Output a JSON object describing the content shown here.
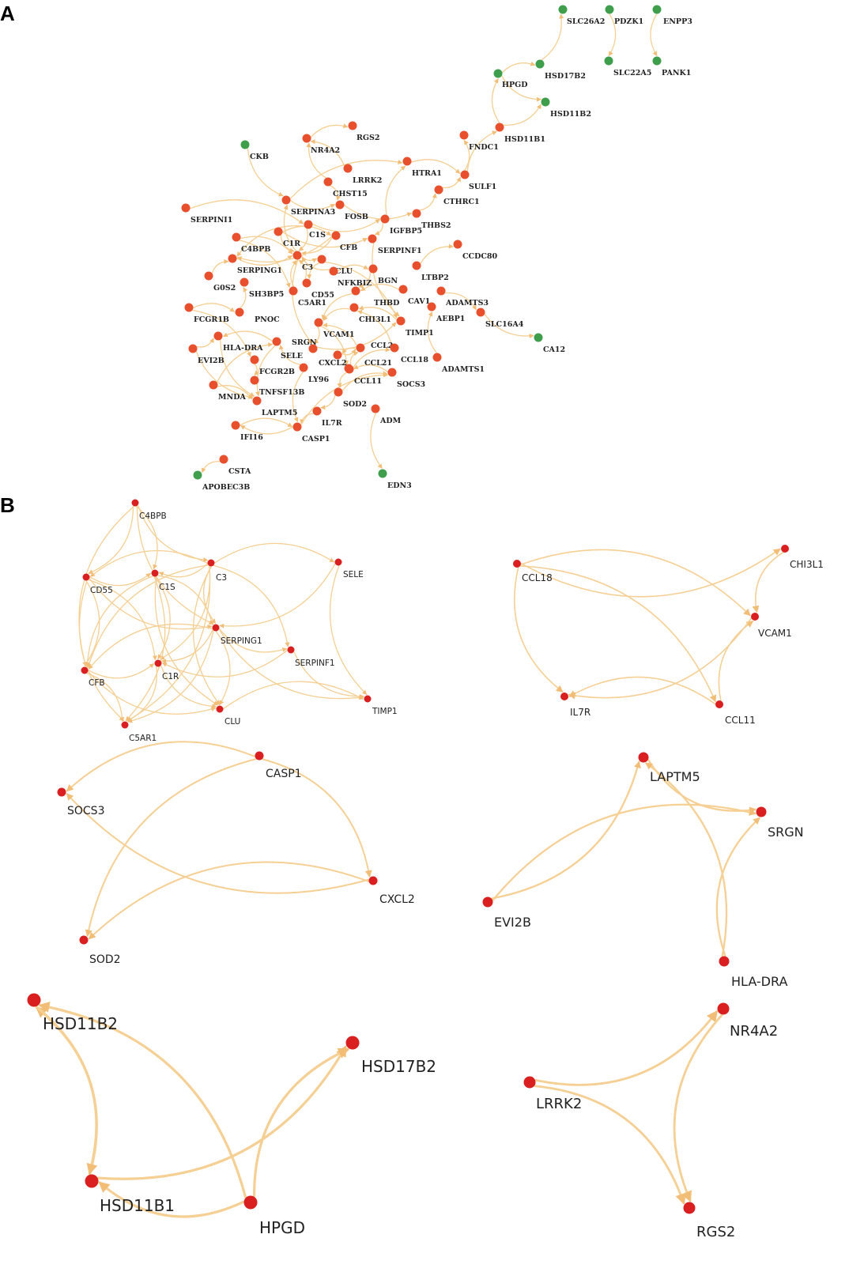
{
  "panel_labels": {
    "a": "A",
    "b": "B"
  },
  "colors": {
    "node_red": "#e8502d",
    "node_green": "#3e9e4c",
    "node_b": "#d91f1f",
    "edge": "#f5cf93",
    "arrow": "#f2bd76"
  },
  "panel_a": {
    "nodes": [
      {
        "id": "SLC26A2",
        "label": "SLC26A2",
        "c": "g"
      },
      {
        "id": "PDZK1",
        "label": "PDZK1",
        "c": "g"
      },
      {
        "id": "ENPP3",
        "label": "ENPP3",
        "c": "g"
      },
      {
        "id": "SLC22A5",
        "label": "SLC22A5",
        "c": "g"
      },
      {
        "id": "PANK1",
        "label": "PANK1",
        "c": "g"
      },
      {
        "id": "HSD17B2",
        "label": "HSD17B2",
        "c": "g"
      },
      {
        "id": "HPGD",
        "label": "HPGD",
        "c": "g"
      },
      {
        "id": "HSD11B2",
        "label": "HSD11B2",
        "c": "g"
      },
      {
        "id": "HSD11B1",
        "label": "HSD11B1",
        "c": "r"
      },
      {
        "id": "CKB",
        "label": "CKB",
        "c": "g"
      },
      {
        "id": "RGS2",
        "label": "RGS2",
        "c": "r"
      },
      {
        "id": "NR4A2",
        "label": "NR4A2",
        "c": "r"
      },
      {
        "id": "FNDC1",
        "label": "FNDC1",
        "c": "r"
      },
      {
        "id": "LRRK2",
        "label": "LRRK2",
        "c": "r"
      },
      {
        "id": "HTRA1",
        "label": "HTRA1",
        "c": "r"
      },
      {
        "id": "SULF1",
        "label": "SULF1",
        "c": "r"
      },
      {
        "id": "CHST15",
        "label": "CHST15",
        "c": "r"
      },
      {
        "id": "CTHRC1",
        "label": "CTHRC1",
        "c": "r"
      },
      {
        "id": "SERPINI1",
        "label": "SERPINI1",
        "c": "r"
      },
      {
        "id": "SERPINA3",
        "label": "SERPINA3",
        "c": "r"
      },
      {
        "id": "FOSB",
        "label": "FOSB",
        "c": "r"
      },
      {
        "id": "THBS2",
        "label": "THBS2",
        "c": "r"
      },
      {
        "id": "IGFBP5",
        "label": "IGFBP5",
        "c": "r"
      },
      {
        "id": "C1S",
        "label": "C1S",
        "c": "r"
      },
      {
        "id": "C4BPB",
        "label": "C4BPB",
        "c": "r"
      },
      {
        "id": "C1R",
        "label": "C1R",
        "c": "r"
      },
      {
        "id": "CFB",
        "label": "CFB",
        "c": "r"
      },
      {
        "id": "SERPINF1",
        "label": "SERPINF1",
        "c": "r"
      },
      {
        "id": "CCDC80",
        "label": "CCDC80",
        "c": "r"
      },
      {
        "id": "SERPING1",
        "label": "SERPING1",
        "c": "r"
      },
      {
        "id": "C3",
        "label": "C3",
        "c": "r"
      },
      {
        "id": "CLU",
        "label": "CLU",
        "c": "r"
      },
      {
        "id": "NFKBIZ",
        "label": "NFKBIZ",
        "c": "r"
      },
      {
        "id": "BGN",
        "label": "BGN",
        "c": "r"
      },
      {
        "id": "LTBP2",
        "label": "LTBP2",
        "c": "r"
      },
      {
        "id": "G0S2",
        "label": "G0S2",
        "c": "r"
      },
      {
        "id": "SH3BP5",
        "label": "SH3BP5",
        "c": "r"
      },
      {
        "id": "CD55",
        "label": "CD55",
        "c": "r"
      },
      {
        "id": "C5AR1",
        "label": "C5AR1",
        "c": "r"
      },
      {
        "id": "THBD",
        "label": "THBD",
        "c": "r"
      },
      {
        "id": "CAV1",
        "label": "CAV1",
        "c": "r"
      },
      {
        "id": "ADAMTS3",
        "label": "ADAMTS3",
        "c": "r"
      },
      {
        "id": "FCGR1B",
        "label": "FCGR1B",
        "c": "r"
      },
      {
        "id": "PNOC",
        "label": "PNOC",
        "c": "r"
      },
      {
        "id": "CHI3L1",
        "label": "CHI3L1",
        "c": "r"
      },
      {
        "id": "AEBP1",
        "label": "AEBP1",
        "c": "r"
      },
      {
        "id": "SLC16A4",
        "label": "SLC16A4",
        "c": "r"
      },
      {
        "id": "TIMP1",
        "label": "TIMP1",
        "c": "r"
      },
      {
        "id": "HLA-DRA",
        "label": "HLA-DRA",
        "c": "r"
      },
      {
        "id": "SRGN",
        "label": "SRGN",
        "c": "r"
      },
      {
        "id": "VCAM1",
        "label": "VCAM1",
        "c": "r"
      },
      {
        "id": "CA12",
        "label": "CA12",
        "c": "g"
      },
      {
        "id": "SELE",
        "label": "SELE",
        "c": "r"
      },
      {
        "id": "CCL2",
        "label": "CCL2",
        "c": "r"
      },
      {
        "id": "EVI2B",
        "label": "EVI2B",
        "c": "r"
      },
      {
        "id": "CXCL2",
        "label": "CXCL2",
        "c": "r"
      },
      {
        "id": "CCL21",
        "label": "CCL21",
        "c": "r"
      },
      {
        "id": "CCL18",
        "label": "CCL18",
        "c": "r"
      },
      {
        "id": "FCGR2B",
        "label": "FCGR2B",
        "c": "r"
      },
      {
        "id": "ADAMTS1",
        "label": "ADAMTS1",
        "c": "r"
      },
      {
        "id": "LY96",
        "label": "LY96",
        "c": "r"
      },
      {
        "id": "SOCS3",
        "label": "SOCS3",
        "c": "r"
      },
      {
        "id": "CCL11",
        "label": "CCL11",
        "c": "r"
      },
      {
        "id": "TNFSF13B",
        "label": "TNFSF13B",
        "c": "r"
      },
      {
        "id": "MNDA",
        "label": "MNDA",
        "c": "r"
      },
      {
        "id": "SOD2",
        "label": "SOD2",
        "c": "r"
      },
      {
        "id": "LAPTM5",
        "label": "LAPTM5",
        "c": "r"
      },
      {
        "id": "IL7R",
        "label": "IL7R",
        "c": "r"
      },
      {
        "id": "ADM",
        "label": "ADM",
        "c": "r"
      },
      {
        "id": "IFI16",
        "label": "IFI16",
        "c": "r"
      },
      {
        "id": "CASP1",
        "label": "CASP1",
        "c": "r"
      },
      {
        "id": "CSTA",
        "label": "CSTA",
        "c": "r"
      },
      {
        "id": "APOBEC3B",
        "label": "APOBEC3B",
        "c": "g"
      },
      {
        "id": "EDN3",
        "label": "EDN3",
        "c": "g"
      }
    ],
    "edges": [
      [
        "HSD17B2",
        "SLC26A2"
      ],
      [
        "PDZK1",
        "SLC22A5"
      ],
      [
        "ENPP3",
        "PANK1"
      ],
      [
        "HPGD",
        "HSD17B2"
      ],
      [
        "HPGD",
        "HSD11B2"
      ],
      [
        "HSD11B1",
        "HPGD"
      ],
      [
        "HSD11B1",
        "HSD11B2"
      ],
      [
        "SULF1",
        "HSD11B1"
      ],
      [
        "SULF1",
        "FNDC1"
      ],
      [
        "HTRA1",
        "SULF1"
      ],
      [
        "CTHRC1",
        "SULF1"
      ],
      [
        "NR4A2",
        "RGS2"
      ],
      [
        "LRRK2",
        "NR4A2"
      ],
      [
        "CHST15",
        "NR4A2"
      ],
      [
        "CKB",
        "SERPINA3"
      ],
      [
        "IGFBP5",
        "HTRA1"
      ],
      [
        "THBS2",
        "CTHRC1"
      ],
      [
        "SERPINI1",
        "C1S"
      ],
      [
        "FOSB",
        "THBS2"
      ],
      [
        "C1S",
        "C3"
      ],
      [
        "C1R",
        "C3"
      ],
      [
        "C4BPB",
        "C3"
      ],
      [
        "SERPING1",
        "C3"
      ],
      [
        "CFB",
        "C3"
      ],
      [
        "C3",
        "CLU"
      ],
      [
        "NFKBIZ",
        "C3"
      ],
      [
        "CD55",
        "C3"
      ],
      [
        "C5AR1",
        "C3"
      ],
      [
        "SERPINF1",
        "TIMP1"
      ],
      [
        "BGN",
        "THBD"
      ],
      [
        "CAV1",
        "THBD"
      ],
      [
        "LTBP2",
        "CCDC80"
      ],
      [
        "CHI3L1",
        "VCAM1"
      ],
      [
        "VCAM1",
        "SELE"
      ],
      [
        "CCL2",
        "VCAM1"
      ],
      [
        "CXCL2",
        "CCL2"
      ],
      [
        "CCL21",
        "CCL2"
      ],
      [
        "CCL11",
        "CCL18"
      ],
      [
        "SOCS3",
        "CXCL2"
      ],
      [
        "ADAMTS1",
        "AEBP1"
      ],
      [
        "SLC16A4",
        "CA12"
      ],
      [
        "ADAMTS3",
        "SLC16A4"
      ],
      [
        "SRGN",
        "HLA-DRA"
      ],
      [
        "FCGR2B",
        "TNFSF13B"
      ],
      [
        "LY96",
        "CASP1"
      ],
      [
        "MNDA",
        "LAPTM5"
      ],
      [
        "EVI2B",
        "HLA-DRA"
      ],
      [
        "FCGR1B",
        "FCGR2B"
      ],
      [
        "PNOC",
        "SH3BP5"
      ],
      [
        "G0S2",
        "SERPING1"
      ],
      [
        "IL7R",
        "CASP1"
      ],
      [
        "SOD2",
        "IL7R"
      ],
      [
        "ADM",
        "EDN3"
      ],
      [
        "IFI16",
        "CASP1"
      ],
      [
        "CSTA",
        "APOBEC3B"
      ],
      [
        "CASP1",
        "IFI16"
      ],
      [
        "TIMP1",
        "CHI3L1"
      ],
      [
        "IGFBP5",
        "SERPINF1"
      ],
      [
        "C1S",
        "SERPING1"
      ],
      [
        "C1R",
        "CFB"
      ],
      [
        "CLU",
        "CD55"
      ],
      [
        "C3",
        "SERPINA3"
      ],
      [
        "SERPINA3",
        "FOSB"
      ],
      [
        "CHST15",
        "FOSB"
      ],
      [
        "HLA-DRA",
        "LAPTM5"
      ],
      [
        "CASP1",
        "SOCS3"
      ],
      [
        "CXCL2",
        "SOD2"
      ],
      [
        "C4BPB",
        "C5AR1"
      ],
      [
        "C3",
        "SELE"
      ],
      [
        "VCAM1",
        "CCL11"
      ],
      [
        "CCL18",
        "CHI3L1"
      ],
      [
        "CFB",
        "SERPING1"
      ],
      [
        "SRGN",
        "LAPTM5"
      ],
      [
        "CLU",
        "TIMP1"
      ],
      [
        "C1R",
        "SERPINF1"
      ],
      [
        "NFKBIZ",
        "BGN"
      ],
      [
        "SELE",
        "TIMP1"
      ],
      [
        "FCGR1B",
        "PNOC"
      ],
      [
        "EVI2B",
        "LAPTM5"
      ],
      [
        "MNDA",
        "SRGN"
      ],
      [
        "THBD",
        "VCAM1"
      ],
      [
        "LY96",
        "SRGN"
      ],
      [
        "CCL2",
        "CCL21"
      ],
      [
        "SOD2",
        "SOCS3"
      ],
      [
        "C1S",
        "IGFBP5"
      ],
      [
        "SERPINA3",
        "HTRA1"
      ]
    ]
  },
  "panel_b": {
    "modules": [
      {
        "nodes": [
          {
            "id": "C4BPB",
            "label": "C4BPB"
          },
          {
            "id": "C3",
            "label": "C3"
          },
          {
            "id": "SELE",
            "label": "SELE"
          },
          {
            "id": "CD55",
            "label": "CD55"
          },
          {
            "id": "C1S",
            "label": "C1S"
          },
          {
            "id": "SERPING1",
            "label": "SERPING1"
          },
          {
            "id": "SERPINF1",
            "label": "SERPINF1"
          },
          {
            "id": "CFB",
            "label": "CFB"
          },
          {
            "id": "C1R",
            "label": "C1R"
          },
          {
            "id": "TIMP1",
            "label": "TIMP1"
          },
          {
            "id": "CLU",
            "label": "CLU"
          },
          {
            "id": "C5AR1",
            "label": "C5AR1"
          }
        ],
        "edges": [
          [
            "C4BPB",
            "C3"
          ],
          [
            "C4BPB",
            "CD55"
          ],
          [
            "C4BPB",
            "CFB"
          ],
          [
            "C4BPB",
            "C1S"
          ],
          [
            "C4BPB",
            "SERPING1"
          ],
          [
            "C3",
            "SELE"
          ],
          [
            "C3",
            "CD55"
          ],
          [
            "C3",
            "C1S"
          ],
          [
            "C3",
            "SERPING1"
          ],
          [
            "C3",
            "SERPINF1"
          ],
          [
            "C3",
            "CFB"
          ],
          [
            "C3",
            "C1R"
          ],
          [
            "C3",
            "CLU"
          ],
          [
            "C3",
            "C5AR1"
          ],
          [
            "SELE",
            "TIMP1"
          ],
          [
            "SELE",
            "SERPING1"
          ],
          [
            "CD55",
            "C1S"
          ],
          [
            "CD55",
            "CFB"
          ],
          [
            "CD55",
            "C5AR1"
          ],
          [
            "CD55",
            "C1R"
          ],
          [
            "CD55",
            "SERPING1"
          ],
          [
            "C1S",
            "SERPING1"
          ],
          [
            "C1S",
            "CFB"
          ],
          [
            "C1S",
            "C1R"
          ],
          [
            "C1S",
            "CLU"
          ],
          [
            "C1S",
            "C5AR1"
          ],
          [
            "SERPING1",
            "SERPINF1"
          ],
          [
            "SERPING1",
            "CLU"
          ],
          [
            "SERPING1",
            "CFB"
          ],
          [
            "SERPING1",
            "C1R"
          ],
          [
            "SERPING1",
            "TIMP1"
          ],
          [
            "SERPING1",
            "C5AR1"
          ],
          [
            "SERPINF1",
            "TIMP1"
          ],
          [
            "SERPINF1",
            "C1R"
          ],
          [
            "CFB",
            "C1R"
          ],
          [
            "CFB",
            "C5AR1"
          ],
          [
            "CFB",
            "CLU"
          ],
          [
            "C1R",
            "C5AR1"
          ],
          [
            "C1R",
            "CLU"
          ],
          [
            "CLU",
            "TIMP1"
          ]
        ]
      },
      {
        "nodes": [
          {
            "id": "CCL18",
            "label": "CCL18"
          },
          {
            "id": "CHI3L1",
            "label": "CHI3L1"
          },
          {
            "id": "VCAM1",
            "label": "VCAM1"
          },
          {
            "id": "IL7R",
            "label": "IL7R"
          },
          {
            "id": "CCL11",
            "label": "CCL11"
          }
        ],
        "edges": [
          [
            "CCL18",
            "CHI3L1"
          ],
          [
            "CCL18",
            "VCAM1"
          ],
          [
            "CCL18",
            "IL7R"
          ],
          [
            "CCL18",
            "CCL11"
          ],
          [
            "CHI3L1",
            "VCAM1"
          ],
          [
            "CCL11",
            "VCAM1"
          ],
          [
            "CCL11",
            "IL7R"
          ],
          [
            "VCAM1",
            "IL7R"
          ]
        ]
      },
      {
        "nodes": [
          {
            "id": "CASP1",
            "label": "CASP1"
          },
          {
            "id": "SOCS3",
            "label": "SOCS3"
          },
          {
            "id": "CXCL2",
            "label": "CXCL2"
          },
          {
            "id": "SOD2",
            "label": "SOD2"
          }
        ],
        "edges": [
          [
            "CASP1",
            "SOCS3"
          ],
          [
            "CASP1",
            "CXCL2"
          ],
          [
            "CASP1",
            "SOD2"
          ],
          [
            "CXCL2",
            "SOCS3"
          ],
          [
            "CXCL2",
            "SOD2"
          ]
        ]
      },
      {
        "nodes": [
          {
            "id": "LAPTM5",
            "label": "LAPTM5"
          },
          {
            "id": "SRGN",
            "label": "SRGN"
          },
          {
            "id": "EVI2B",
            "label": "EVI2B"
          },
          {
            "id": "HLA-DRA",
            "label": "HLA-DRA"
          }
        ],
        "edges": [
          [
            "EVI2B",
            "LAPTM5"
          ],
          [
            "EVI2B",
            "SRGN"
          ],
          [
            "LAPTM5",
            "SRGN"
          ],
          [
            "HLA-DRA",
            "SRGN"
          ],
          [
            "HLA-DRA",
            "LAPTM5"
          ]
        ]
      },
      {
        "nodes": [
          {
            "id": "HSD11B2",
            "label": "HSD11B2"
          },
          {
            "id": "HSD17B2",
            "label": "HSD17B2"
          },
          {
            "id": "HSD11B1",
            "label": "HSD11B1"
          },
          {
            "id": "HPGD",
            "label": "HPGD"
          }
        ],
        "edges": [
          [
            "HSD11B1",
            "HSD11B2"
          ],
          [
            "HSD11B2",
            "HSD11B1"
          ],
          [
            "HSD11B1",
            "HSD17B2"
          ],
          [
            "HPGD",
            "HSD17B2"
          ],
          [
            "HPGD",
            "HSD11B2"
          ],
          [
            "HPGD",
            "HSD11B1"
          ]
        ]
      },
      {
        "nodes": [
          {
            "id": "NR4A2",
            "label": "NR4A2"
          },
          {
            "id": "LRRK2",
            "label": "LRRK2"
          },
          {
            "id": "RGS2",
            "label": "RGS2"
          }
        ],
        "edges": [
          [
            "LRRK2",
            "NR4A2"
          ],
          [
            "LRRK2",
            "RGS2"
          ],
          [
            "NR4A2",
            "RGS2"
          ]
        ]
      }
    ]
  }
}
